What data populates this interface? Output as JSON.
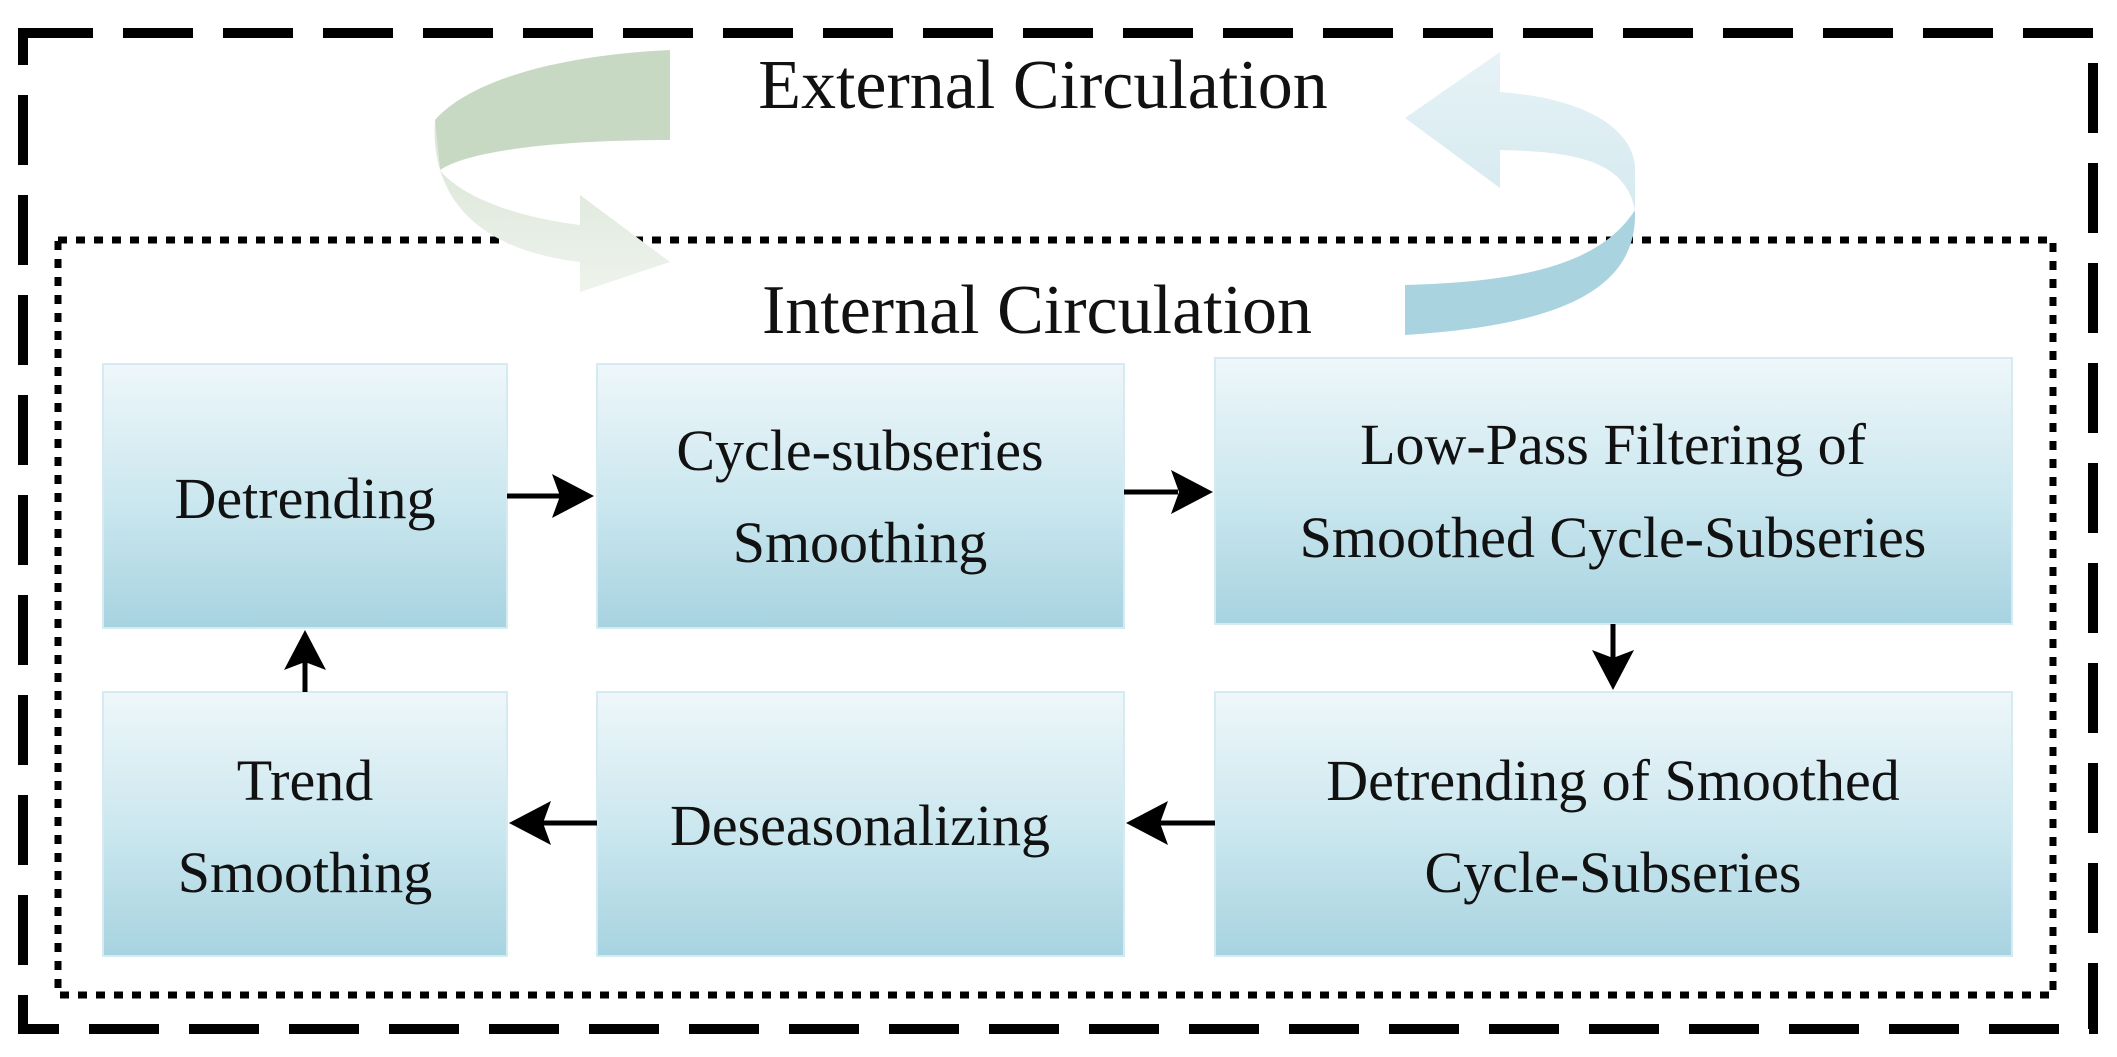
{
  "external_label": "External Circulation",
  "internal_label": "Internal Circulation",
  "steps": {
    "detrending": [
      "Detrending"
    ],
    "cycle_smoothing": [
      "Cycle-subseries",
      "Smoothing"
    ],
    "low_pass": [
      "Low-Pass Filtering of",
      "Smoothed Cycle-Subseries"
    ],
    "detrending_smoothed": [
      "Detrending of Smoothed",
      "Cycle-Subseries"
    ],
    "deseasonalizing": [
      "Deseasonalizing"
    ],
    "trend_smoothing": [
      "Trend",
      "Smoothing"
    ]
  },
  "colors": {
    "box_top": "#eaf5f9",
    "box_bottom": "#a9d4e1",
    "green_arrow": "#c5d7c0",
    "blue_arrow": "#a5d3df"
  }
}
